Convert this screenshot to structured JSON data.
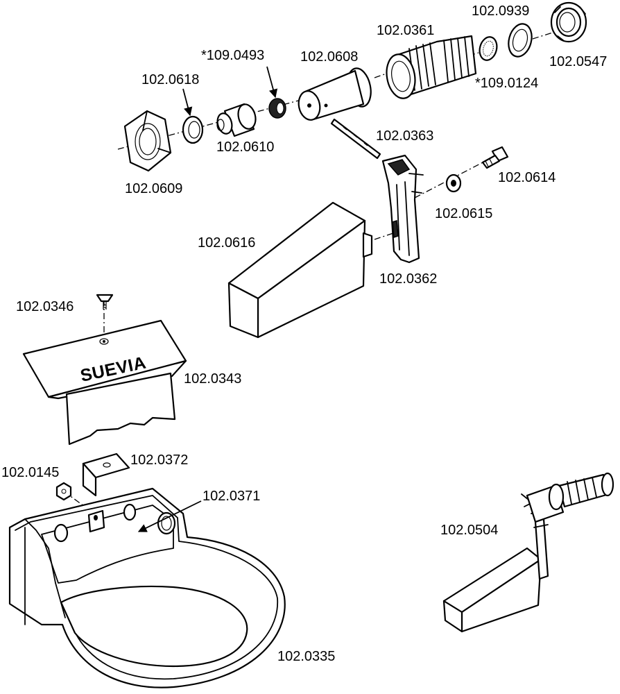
{
  "diagram": {
    "brand": "SUEVIA",
    "labels": {
      "l_0939": "102.0939",
      "l_0361": "102.0361",
      "l_0547": "102.0547",
      "l_0124": "*109.0124",
      "l_0493": "*109.0493",
      "l_0608": "102.0608",
      "l_0618": "102.0618",
      "l_0610": "102.0610",
      "l_0609": "102.0609",
      "l_0363": "102.0363",
      "l_0614": "102.0614",
      "l_0615": "102.0615",
      "l_0616": "102.0616",
      "l_0362": "102.0362",
      "l_0346": "102.0346",
      "l_0343": "102.0343",
      "l_0372": "102.0372",
      "l_0145": "102.0145",
      "l_0371": "102.0371",
      "l_0504": "102.0504",
      "l_0335": "102.0335"
    }
  }
}
